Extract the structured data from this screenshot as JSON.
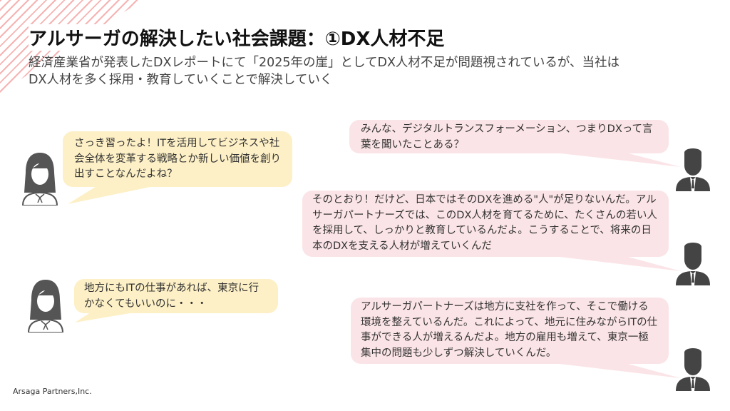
{
  "title": "アルサーガの解決したい社会課題：①DX人材不足",
  "subtitle": [
    "経済産業省が発表したDXレポートにて「2025年の崖」としてDX人材不足が問題視されているが、当社は",
    "DX人材を多く採用・教育していくことで解決していく"
  ],
  "messages": [
    {
      "speaker": "woman",
      "text": "さっき習ったよ！ITを活用してビジネスや社会全体を変革する戦略とか新しい価値を創り出すことなんだよね？"
    },
    {
      "speaker": "man",
      "text": "みんな、デジタルトランスフォーメーション、つまりDXって言葉を聞いたことある？"
    },
    {
      "speaker": "man",
      "text": "そのとおり！だけど、日本ではそのDXを進める\"人\"が足りないんだ。アルサーガパートナーズでは、このDX人材を育てるために、たくさんの若い人を採用して、しっかりと教育しているんだよ。こうすることで、将来の日本のDXを支える人材が増えていくんだ"
    },
    {
      "speaker": "woman",
      "text": "地方にもITの仕事があれば、東京に行かなくてもいいのに・・・"
    },
    {
      "speaker": "man",
      "text": "アルサーガパートナーズは地方に支社を作って、そこで働ける環境を整えているんだ。これによって、地元に住みながらITの仕事ができる人が増えるんだよ。地方の雇用も増えて、東京一極集中の問題も少しずつ解決していくんだ。"
    }
  ],
  "footer": "Arsaga Partners,Inc.",
  "colors": {
    "woman_bubble": "#fdf0c6",
    "man_bubble": "#fbe4e7",
    "stripes": "#f6b3b3"
  }
}
